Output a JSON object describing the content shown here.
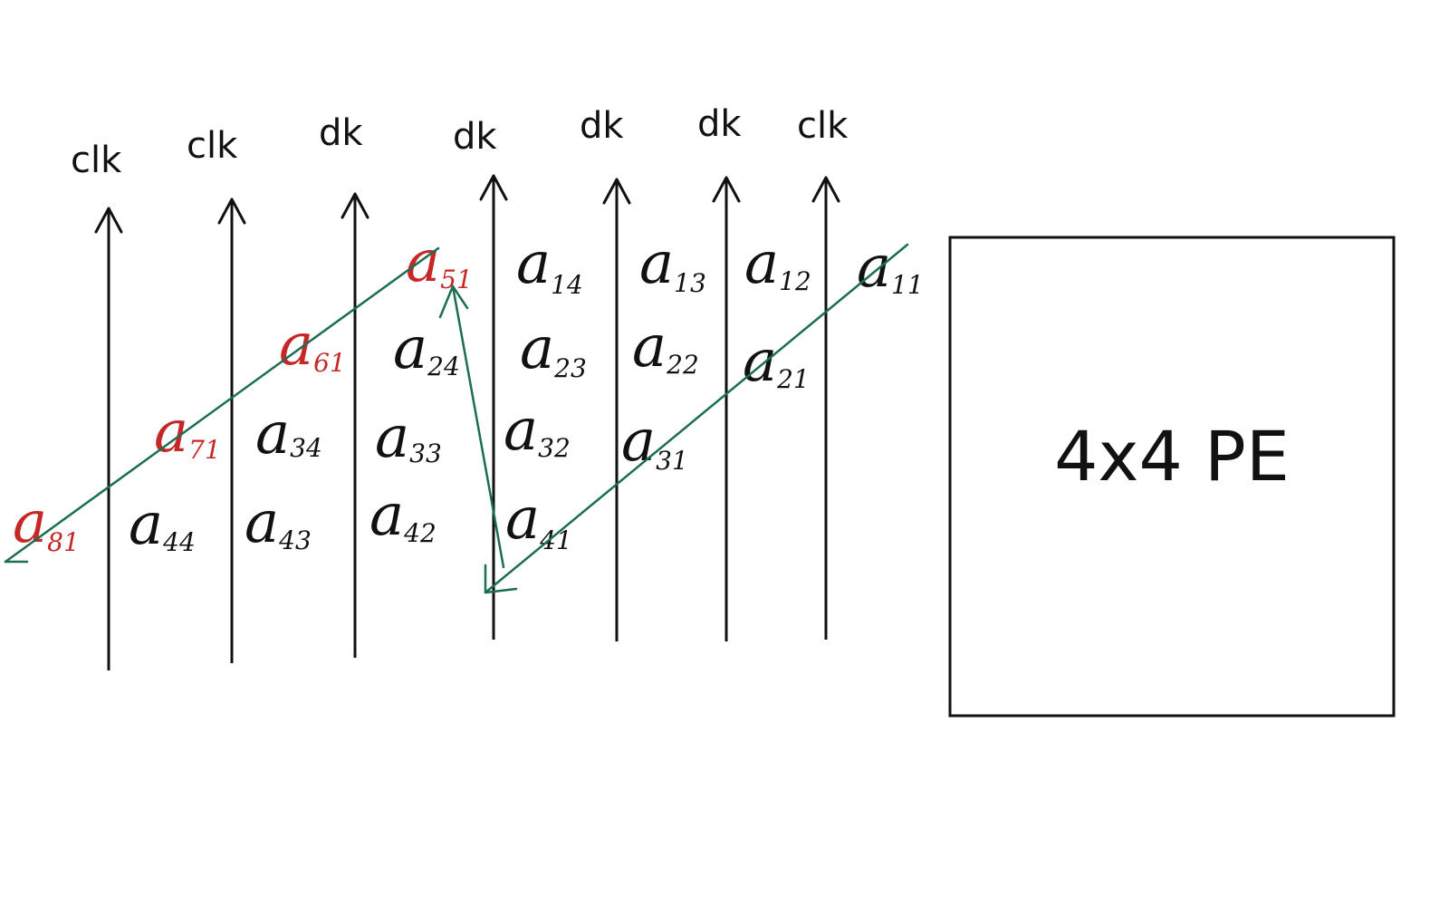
{
  "clock_lines": [
    {
      "label": "clk"
    },
    {
      "label": "clk"
    },
    {
      "label": "dk"
    },
    {
      "label": "dk"
    },
    {
      "label": "dk"
    },
    {
      "label": "dk"
    },
    {
      "label": "clk"
    }
  ],
  "elements": {
    "row1": [
      {
        "base": "a",
        "sub": "51",
        "color": "#c62828"
      },
      {
        "base": "a",
        "sub": "14",
        "color": "#111111"
      },
      {
        "base": "a",
        "sub": "13",
        "color": "#111111"
      },
      {
        "base": "a",
        "sub": "12",
        "color": "#111111"
      },
      {
        "base": "a",
        "sub": "11",
        "color": "#111111"
      }
    ],
    "row2": [
      {
        "base": "a",
        "sub": "61",
        "color": "#c62828"
      },
      {
        "base": "a",
        "sub": "24",
        "color": "#111111"
      },
      {
        "base": "a",
        "sub": "23",
        "color": "#111111"
      },
      {
        "base": "a",
        "sub": "22",
        "color": "#111111"
      },
      {
        "base": "a",
        "sub": "21",
        "color": "#111111"
      }
    ],
    "row3": [
      {
        "base": "a",
        "sub": "71",
        "color": "#c62828"
      },
      {
        "base": "a",
        "sub": "34",
        "color": "#111111"
      },
      {
        "base": "a",
        "sub": "33",
        "color": "#111111"
      },
      {
        "base": "a",
        "sub": "32",
        "color": "#111111"
      },
      {
        "base": "a",
        "sub": "31",
        "color": "#111111"
      }
    ],
    "row4": [
      {
        "base": "a",
        "sub": "81",
        "color": "#c62828"
      },
      {
        "base": "a",
        "sub": "44",
        "color": "#111111"
      },
      {
        "base": "a",
        "sub": "43",
        "color": "#111111"
      },
      {
        "base": "a",
        "sub": "42",
        "color": "#111111"
      },
      {
        "base": "a",
        "sub": "41",
        "color": "#111111"
      }
    ]
  },
  "pe_box": {
    "label": "4x4 PE"
  },
  "colors": {
    "ink": "#111111",
    "highlight": "#c62828",
    "path": "#1b6e50"
  }
}
